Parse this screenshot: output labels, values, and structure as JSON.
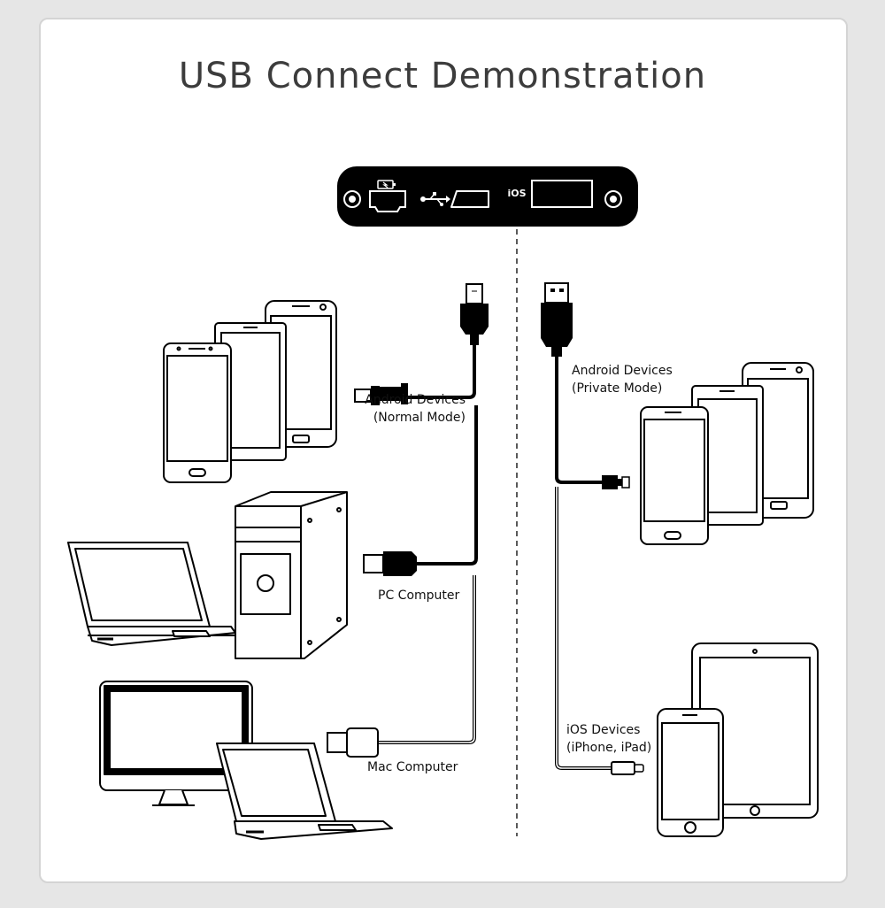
{
  "title": "USB Connect Demonstration",
  "hub": {
    "ios_label": "iOS"
  },
  "labels": {
    "android_normal": [
      "Android Devices",
      "(Normal Mode)"
    ],
    "pc": "PC Computer",
    "mac": "Mac Computer",
    "android_private": [
      "Android Devices",
      "(Private Mode)"
    ],
    "ios_devices": [
      "iOS Devices",
      "(iPhone, iPad)"
    ]
  },
  "colors": {
    "panel_border": "#d4d4d4",
    "ink": "#000000",
    "title": "#3c3c3c"
  }
}
